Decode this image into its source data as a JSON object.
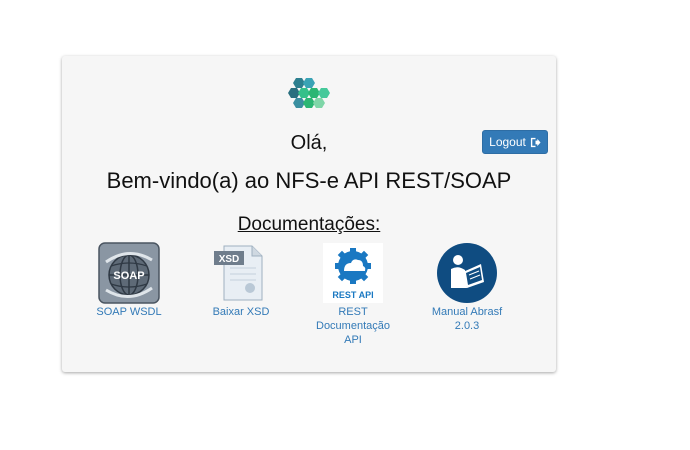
{
  "header": {
    "greeting": "Olá,",
    "welcome": "Bem-vindo(a) ao NFS-e API REST/SOAP",
    "logout_label": "Logout"
  },
  "docs": {
    "title": "Documentações:",
    "items": [
      {
        "label": "SOAP WSDL",
        "icon": "soap-globe-icon",
        "badge": "SOAP"
      },
      {
        "label": "Baixar XSD",
        "icon": "xsd-file-icon",
        "badge": "XSD"
      },
      {
        "label": "REST Documentação API",
        "icon": "rest-api-cloud-icon",
        "badge": "REST API"
      },
      {
        "label": "Manual Abrasf 2.0.3",
        "icon": "reading-manual-icon"
      }
    ]
  },
  "colors": {
    "link": "#337ab7",
    "button": "#337ab7",
    "card_bg": "#f6f6f6",
    "logo_green": "#2bb673",
    "logo_teal": "#3a8fa0"
  }
}
